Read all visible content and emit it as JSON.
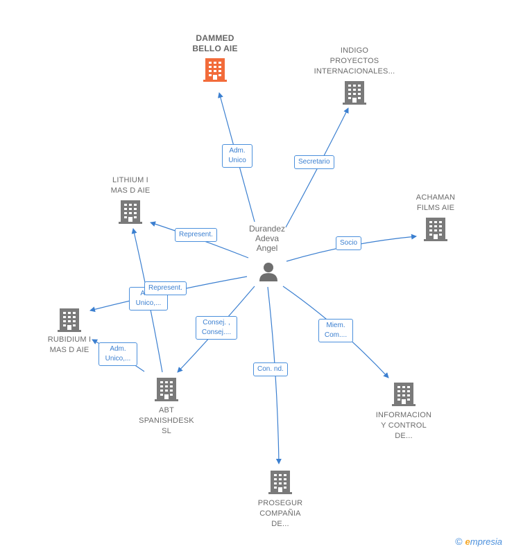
{
  "center": {
    "name_lines": [
      "Durandez",
      "Adeva",
      "Angel"
    ],
    "icon": "person-icon"
  },
  "nodes": [
    {
      "id": "dammed",
      "lines": [
        "DAMMED",
        "BELLO AIE"
      ],
      "highlight": true,
      "color": "#f26b3a"
    },
    {
      "id": "indigo",
      "lines": [
        "INDIGO",
        "PROYECTOS",
        "INTERNACIONALES..."
      ],
      "highlight": false,
      "color": "#7a7a7a"
    },
    {
      "id": "lithium",
      "lines": [
        "LITHIUM I",
        "MAS D AIE"
      ],
      "highlight": false,
      "color": "#7a7a7a"
    },
    {
      "id": "achaman",
      "lines": [
        "ACHAMAN",
        "FILMS AIE"
      ],
      "highlight": false,
      "color": "#7a7a7a"
    },
    {
      "id": "rubidium",
      "lines": [
        "RUBIDIUM I",
        "MAS D AIE"
      ],
      "highlight": false,
      "color": "#7a7a7a"
    },
    {
      "id": "abt",
      "lines": [
        "ABT",
        "SPANISHDESK",
        "SL"
      ],
      "highlight": false,
      "color": "#7a7a7a"
    },
    {
      "id": "informacion",
      "lines": [
        "INFORMACION",
        "Y CONTROL",
        "DE..."
      ],
      "highlight": false,
      "color": "#7a7a7a"
    },
    {
      "id": "prosegur",
      "lines": [
        "PROSEGUR",
        "COMPAÑIA",
        "DE..."
      ],
      "highlight": false,
      "color": "#7a7a7a"
    }
  ],
  "edge_labels": [
    {
      "id": "adm-unico-dammed",
      "lines": [
        "Adm.",
        "Unico"
      ]
    },
    {
      "id": "secretario",
      "lines": [
        "Secretario"
      ]
    },
    {
      "id": "represent-lithium",
      "lines": [
        "Represent."
      ]
    },
    {
      "id": "socio",
      "lines": [
        "Socio"
      ]
    },
    {
      "id": "adm-unico-abt-lithium",
      "lines": [
        "Adm.",
        "Unico,..."
      ]
    },
    {
      "id": "represent-rubidium",
      "lines": [
        "Represent."
      ]
    },
    {
      "id": "consej",
      "lines": [
        "Consej. ,",
        "Consej...."
      ]
    },
    {
      "id": "miem-com",
      "lines": [
        "Miem.",
        "Com...."
      ]
    },
    {
      "id": "adm-unico-abt-rubidium",
      "lines": [
        "Adm.",
        "Unico,..."
      ]
    },
    {
      "id": "con-nd",
      "lines": [
        "Con.  nd."
      ]
    }
  ],
  "colors": {
    "edge": "#3b7fd0",
    "building": "#7a7a7a",
    "highlight": "#f26b3a"
  },
  "footer": {
    "copyright": "©",
    "brand_e": "e",
    "brand_rest": "mpresia"
  }
}
